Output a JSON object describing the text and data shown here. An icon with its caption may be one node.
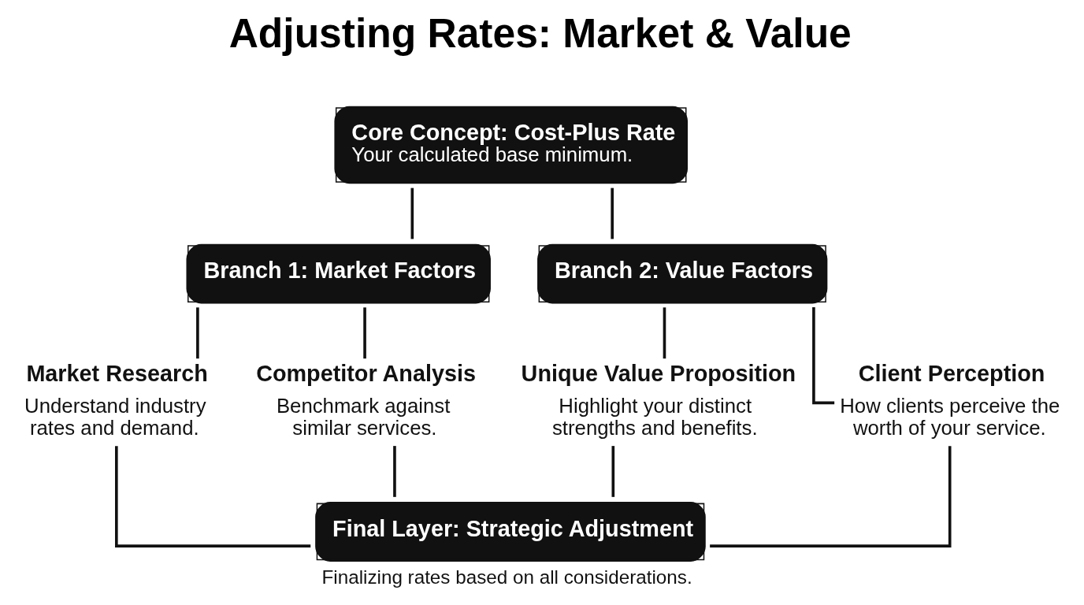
{
  "diagram": {
    "title": "Adjusting Rates: Market & Value",
    "nodes": [
      {
        "text": [
          "Core Concept: Cost-Plus Rate",
          "Your calculated base minimum."
        ]
      },
      {
        "text": [
          "Branch 1: Market Factors"
        ]
      },
      {
        "text": [
          "Branch 2: Value Factors"
        ]
      },
      {
        "text": [
          "Market Research",
          "Understand industry rates and demand."
        ]
      },
      {
        "text": [
          "Competitor Analysis",
          "Benchmark against similar services."
        ]
      },
      {
        "text": [
          "Unique Value Proposition",
          "Highlight your distinct strengths and benefits."
        ]
      },
      {
        "text": [
          "Client Perception",
          "How clients perceive the worth of your service."
        ]
      },
      {
        "text": [
          "Final Layer: Strategic Adjustment"
        ],
        "beside": [
          "Finalizing rates based on all considerations."
        ]
      }
    ],
    "edges": [
      {
        "from": 0,
        "to": 1,
        "arrow": "none"
      },
      {
        "from": 0,
        "to": 2,
        "arrow": "none"
      },
      {
        "from": 1,
        "to": 3,
        "arrow": "none"
      },
      {
        "from": 1,
        "to": 4,
        "arrow": "none"
      },
      {
        "from": 2,
        "to": 5,
        "arrow": "none"
      },
      {
        "from": 2,
        "to": 6,
        "arrow": "none"
      },
      {
        "from": 3,
        "to": 7,
        "arrow": "none"
      },
      {
        "from": 4,
        "to": 7,
        "arrow": "none"
      },
      {
        "from": 5,
        "to": 7,
        "arrow": "none"
      },
      {
        "from": 6,
        "to": 7,
        "arrow": "none"
      }
    ]
  }
}
